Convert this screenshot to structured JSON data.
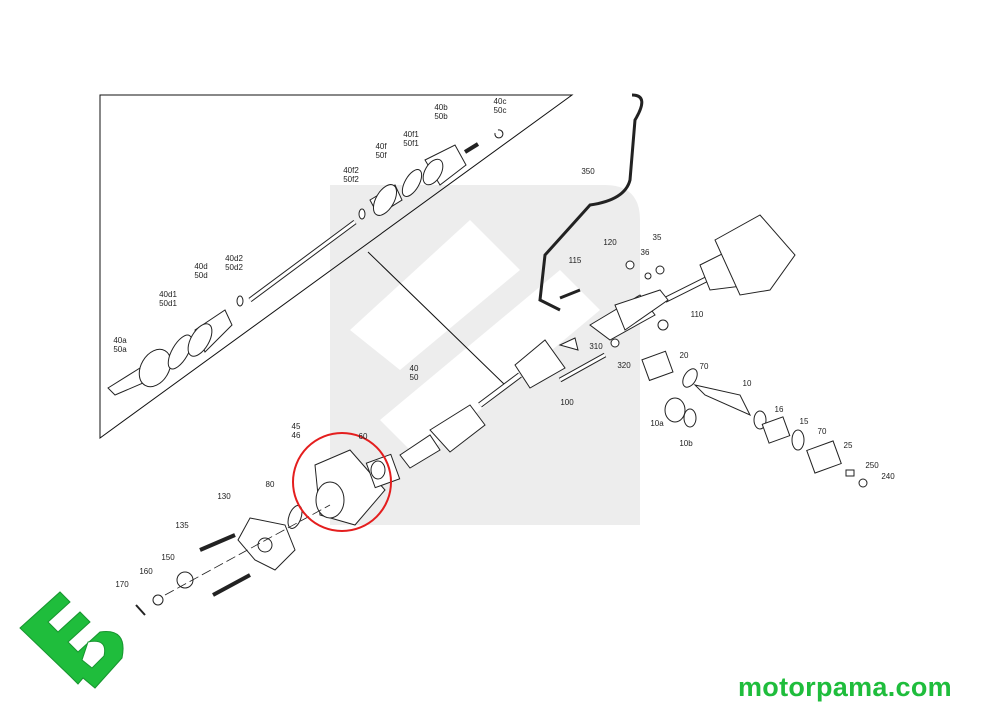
{
  "colors": {
    "brand_green": "#1fbd3c",
    "highlight_circle": "#e41e1e",
    "watermark": "#ececec"
  },
  "website": "motorpama.com",
  "logo": {
    "text": "mp"
  },
  "inset_labels": [
    "40a\n50a",
    "40d1\n50d1",
    "40d\n50d",
    "40d2\n50d2",
    "40f2\n50f2",
    "40f\n50f",
    "40f1\n50f1",
    "40b\n50b",
    "40c\n50c"
  ],
  "labels": [
    "350",
    "120",
    "36",
    "35",
    "115",
    "110",
    "310",
    "320",
    "20",
    "70",
    "10",
    "100",
    "10a",
    "10b",
    "16",
    "15",
    "70",
    "25",
    "250",
    "240",
    "40\n50",
    "45\n46",
    "60",
    "80",
    "130",
    "135",
    "150",
    "160",
    "170"
  ]
}
